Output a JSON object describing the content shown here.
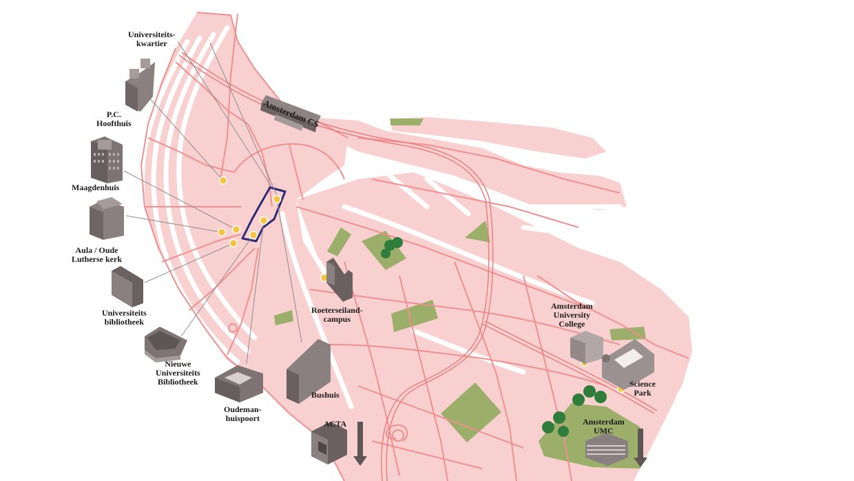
{
  "map": {
    "colors": {
      "land": "#f9d0d0",
      "street": "#f18e8e",
      "water": "#ffffff",
      "park": "#9bae6a",
      "building": "#7d7272",
      "building_dark": "#5e5555",
      "marker": "#f6c443",
      "highlight": "#2b2a73",
      "leader": "#8c8c8c",
      "tree": "#2f7d3a"
    },
    "locations": [
      {
        "id": "universiteitskwartier",
        "lines": [
          "Universiteits-",
          "kwartier"
        ]
      },
      {
        "id": "pc-hoofthuis",
        "lines": [
          "P.C.",
          "Hoofthuis"
        ]
      },
      {
        "id": "maagdenhuis",
        "lines": [
          "Maagdenhuis"
        ]
      },
      {
        "id": "aula",
        "lines": [
          "Aula / Oude",
          "Lutherse kerk"
        ]
      },
      {
        "id": "universiteitsbibliotheek",
        "lines": [
          "Universiteits",
          "bibliotheek"
        ]
      },
      {
        "id": "nieuwe-ub",
        "lines": [
          "Nieuwe",
          "Universiteits",
          "Bibliotheek"
        ]
      },
      {
        "id": "oudemanhuispoort",
        "lines": [
          "Oudeman-",
          "huispoort"
        ]
      },
      {
        "id": "bushuis",
        "lines": [
          "Bushuis"
        ]
      },
      {
        "id": "acta",
        "lines": [
          "ACTA"
        ]
      },
      {
        "id": "roeterseiland",
        "lines": [
          "Roeterseiland-",
          "campus"
        ]
      },
      {
        "id": "auc",
        "lines": [
          "Amsterdam",
          "University",
          "College"
        ]
      },
      {
        "id": "science-park",
        "lines": [
          "Science",
          "Park"
        ]
      },
      {
        "id": "amsterdam-umc",
        "lines": [
          "Amsterdam",
          "UMC"
        ]
      }
    ],
    "station_label": "Amsterdam CS"
  }
}
